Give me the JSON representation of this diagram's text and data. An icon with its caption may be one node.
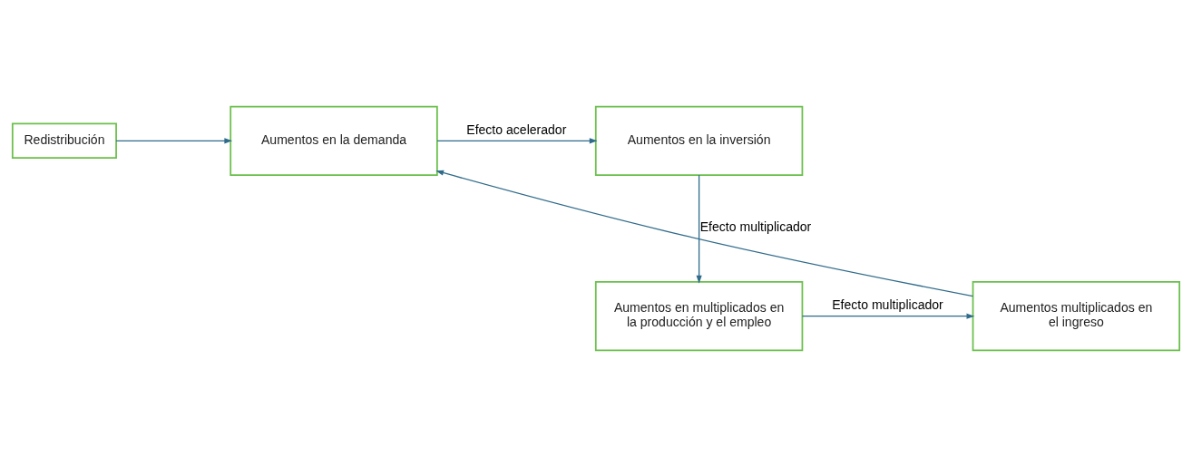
{
  "diagram": {
    "nodes": [
      {
        "text": [
          "Redistribución"
        ]
      },
      {
        "text": [
          "Aumentos en la demanda"
        ]
      },
      {
        "text": [
          "Aumentos en la inversión"
        ]
      },
      {
        "text": [
          "Aumentos en multiplicados en la producción y el empleo"
        ]
      },
      {
        "text": [
          "Aumentos multiplicados en el ingreso"
        ]
      }
    ],
    "edges": [
      {
        "from": 0,
        "to": 1,
        "arrow": "to"
      },
      {
        "from": 1,
        "to": 2,
        "arrow": "to",
        "label": "Efecto acelerador"
      },
      {
        "from": 2,
        "to": 3,
        "arrow": "to",
        "label": "Efecto multiplicador"
      },
      {
        "from": 3,
        "to": 4,
        "arrow": "to",
        "label": "Efecto multiplicador"
      },
      {
        "from": 4,
        "to": 1,
        "arrow": "to"
      }
    ]
  }
}
